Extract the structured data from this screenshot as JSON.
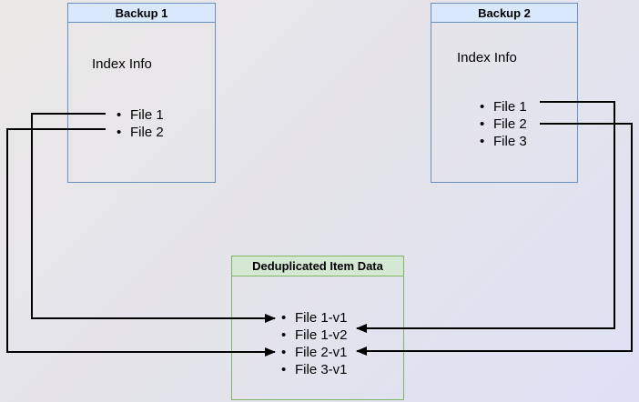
{
  "glyphs": {
    "bullet": "•"
  },
  "colors": {
    "blue_header_fill": "#dae8fc",
    "blue_border": "#6c8ebf",
    "green_header_fill": "#d5e8d4",
    "green_border": "#82b366",
    "arrow": "#000000",
    "canvas_bg_top_left": "#eae8e6",
    "canvas_bg_bottom_right": "#dee1f5"
  },
  "boxes": {
    "backup1": {
      "title": "Backup 1",
      "subtitle": "Index Info",
      "items": [
        "File 1",
        "File 2"
      ]
    },
    "backup2": {
      "title": "Backup 2",
      "subtitle": "Index Info",
      "items": [
        "File 1",
        "File 2",
        "File 3"
      ]
    },
    "dedup": {
      "title": "Deduplicated Item Data",
      "items": [
        "File 1-v1",
        "File 1-v2",
        "File 2-v1",
        "File 3-v1"
      ]
    }
  },
  "connections": [
    {
      "from": "Backup 1 / File 1",
      "to": "Deduplicated Item Data / File 1-v1"
    },
    {
      "from": "Backup 1 / File 2",
      "to": "Deduplicated Item Data / File 2-v1"
    },
    {
      "from": "Backup 2 / File 1",
      "to": "Deduplicated Item Data / File 1-v2"
    },
    {
      "from": "Backup 2 / File 2",
      "to": "Deduplicated Item Data / File 2-v1"
    }
  ]
}
